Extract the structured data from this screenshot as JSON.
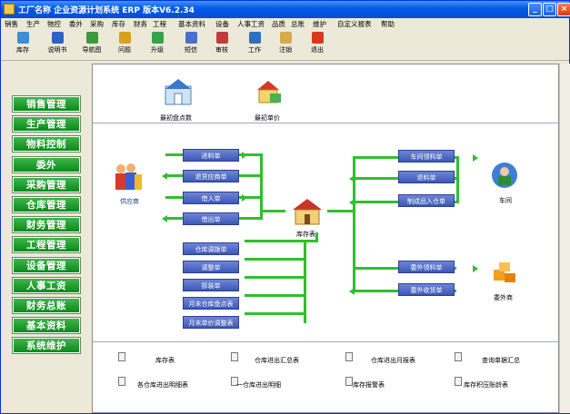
{
  "window": {
    "title": "工厂名称 企业资源计划系统 ERP 版本V6.2.34"
  },
  "menu": [
    "销售",
    "生产",
    "物控",
    "委外",
    "采购",
    "库存",
    "财务",
    "工程",
    "基本资料",
    "设备",
    "人事工资",
    "品质",
    "总账",
    "维护",
    "自定义报表",
    "帮助"
  ],
  "toolbar": [
    {
      "label": "库存",
      "icon": "inventory-icon",
      "color": "#3b8fd6"
    },
    {
      "label": "说明书",
      "icon": "help-icon",
      "color": "#2d63c7"
    },
    {
      "label": "导航图",
      "icon": "navigation-chart-icon",
      "color": "#3a9b3a"
    },
    {
      "label": "问题",
      "icon": "question-icon",
      "color": "#d9a020"
    },
    {
      "label": "升级",
      "icon": "upgrade-icon",
      "color": "#35a24a"
    },
    {
      "label": "短信",
      "icon": "sms-icon",
      "color": "#4a6fd0"
    },
    {
      "label": "审核",
      "icon": "audit-icon",
      "color": "#c23a3a"
    },
    {
      "label": "工作",
      "icon": "work-icon",
      "color": "#2f6fc0"
    },
    {
      "label": "注销",
      "icon": "logout-icon",
      "color": "#d9a94a"
    },
    {
      "label": "退出",
      "icon": "exit-icon",
      "color": "#d9381e"
    }
  ],
  "nav": [
    "销售管理",
    "生产管理",
    "物料控制",
    "委外",
    "采购管理",
    "仓库管理",
    "财务管理",
    "工程管理",
    "设备管理",
    "人事工资",
    "财务总账",
    "基本资料",
    "系统维护"
  ],
  "top_icons": {
    "initial_inventory": "最初盘点数",
    "initial_price": "最初单价"
  },
  "flow": {
    "supplier": "供应商",
    "inventory_table": "库存表",
    "workshop": "车间",
    "subcontractor": "委外商",
    "left_buttons": [
      "进料单",
      "退货应商单",
      "借入单",
      "借出单"
    ],
    "mid_buttons": [
      "仓库调拨单",
      "调整单",
      "拆装单",
      "月末仓库盘点表",
      "月末单价调整表"
    ],
    "right_buttons": [
      "车间领料单",
      "退料单",
      "制成品入仓单"
    ],
    "sub_buttons": [
      "委外领料单",
      "委外收货单"
    ]
  },
  "reports": {
    "row1": [
      "库存表",
      "仓库进出汇总表",
      "仓库进出月报表",
      "查询单据汇总"
    ],
    "row2": [
      "各仓库进出明细表",
      "一仓库进出明细",
      "库存报警表",
      "库存积压账龄表"
    ]
  }
}
